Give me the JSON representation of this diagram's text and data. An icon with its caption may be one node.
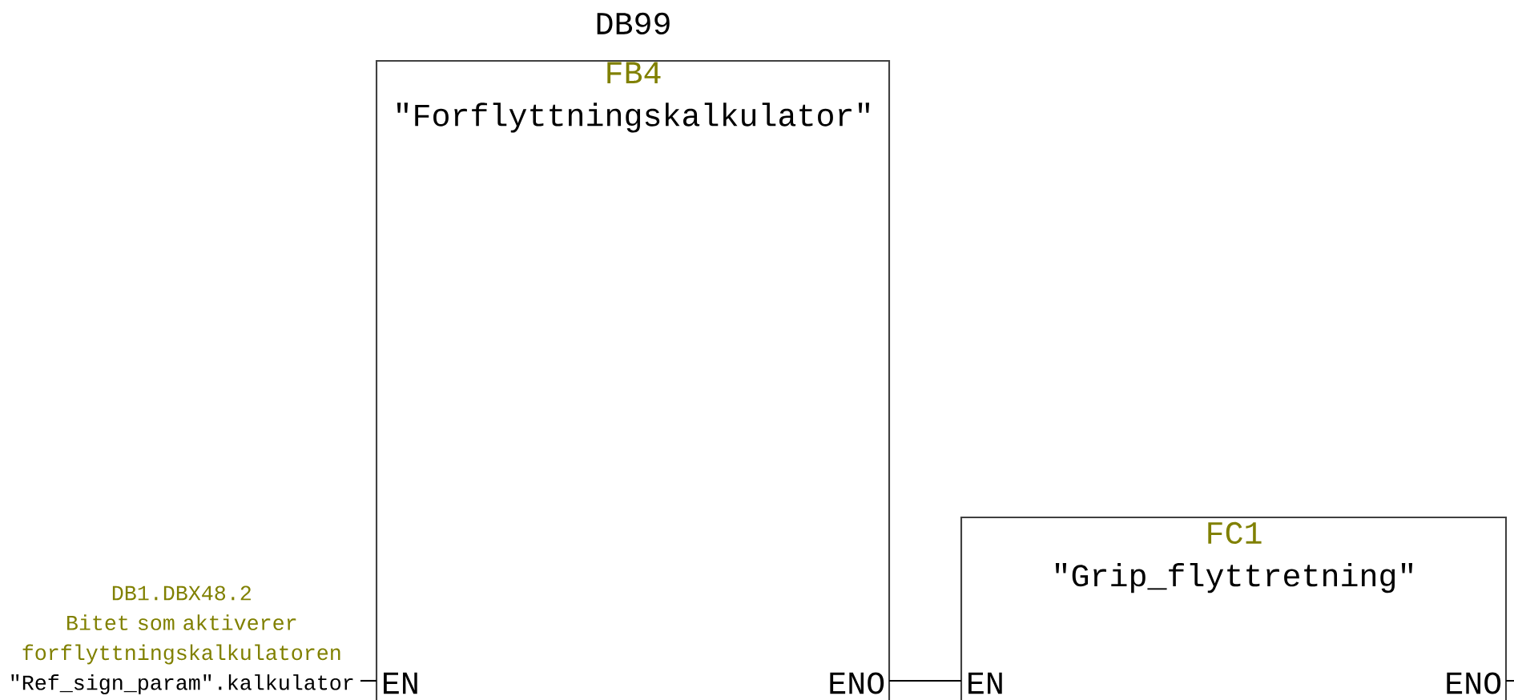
{
  "diagram": {
    "nodes": [
      {
        "text": [
          "DB99",
          "FB4",
          "\"Forflyttningskalkulator\"",
          "EN",
          "ENO"
        ]
      },
      {
        "text": [
          "FC1",
          "\"Grip_flyttretning\"",
          "EN",
          "ENO"
        ]
      },
      {
        "text": [
          "DB1.DBX48.2",
          "Bitet som aktiverer forflyttningskalkulatoren",
          "\"Ref_sign_param\".kalkulator"
        ]
      }
    ],
    "edges": [
      {
        "from": 2,
        "to": 0,
        "arrow": "none"
      },
      {
        "from": 0,
        "to": 1,
        "arrow": "none"
      },
      {
        "from": 1,
        "to": null,
        "arrow": "none"
      }
    ]
  }
}
